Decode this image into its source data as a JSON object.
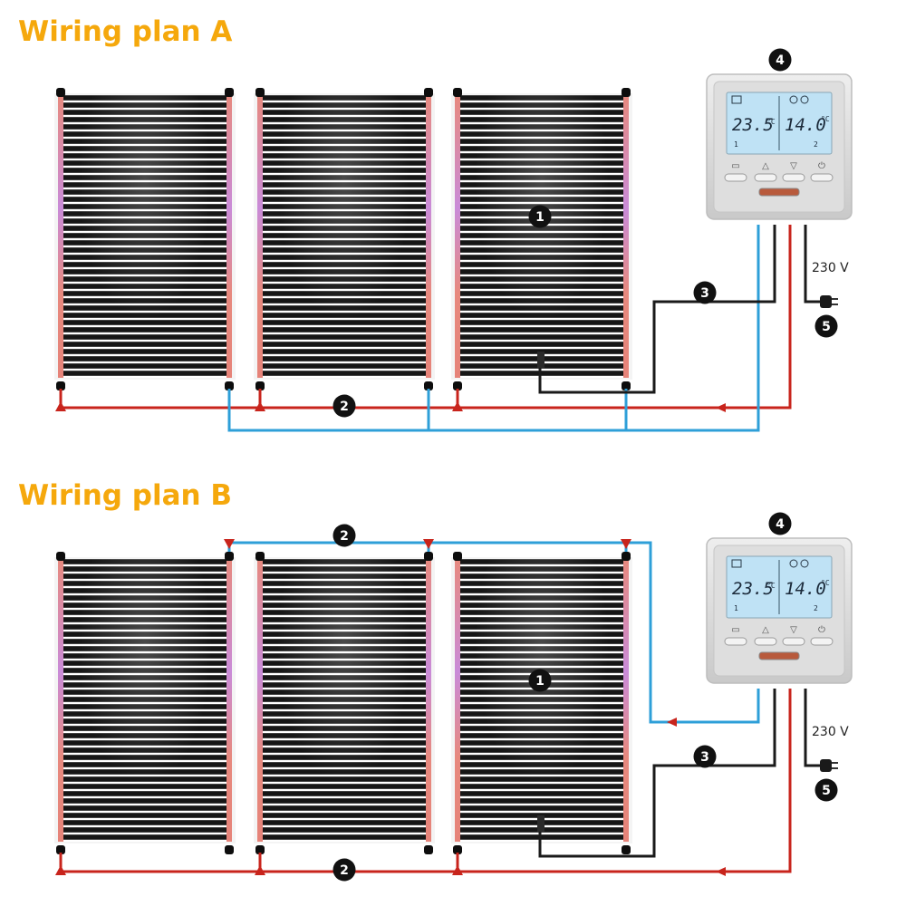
{
  "plans": [
    {
      "title": "Wiring plan A",
      "badges": {
        "film": "1",
        "wire": "2",
        "sensor": "3",
        "thermostat": "4",
        "plug": "5"
      },
      "voltage": "230 V",
      "thermostat": {
        "room_temp": "23.5",
        "set_temp": "14.0",
        "unit": "°C",
        "zone_left": "1",
        "zone_right": "2"
      },
      "panels": 3
    },
    {
      "title": "Wiring plan B",
      "badges": {
        "film": "1",
        "wire": "2",
        "sensor": "3",
        "thermostat": "4",
        "plug": "5"
      },
      "voltage": "230 V",
      "thermostat": {
        "room_temp": "23.5",
        "set_temp": "14.0",
        "unit": "°C",
        "zone_left": "1",
        "zone_right": "2"
      },
      "panels": 3
    }
  ],
  "colors": {
    "title": "#f5a80c",
    "live_wire": "#c8241c",
    "neutral_wire": "#2e9fd8",
    "sensor_wire": "#1a1a1a",
    "copper_strip": "#e88a80",
    "film": "#141414",
    "thermostat_body": "#d9d9d9",
    "lcd": "#bfe2f5"
  }
}
